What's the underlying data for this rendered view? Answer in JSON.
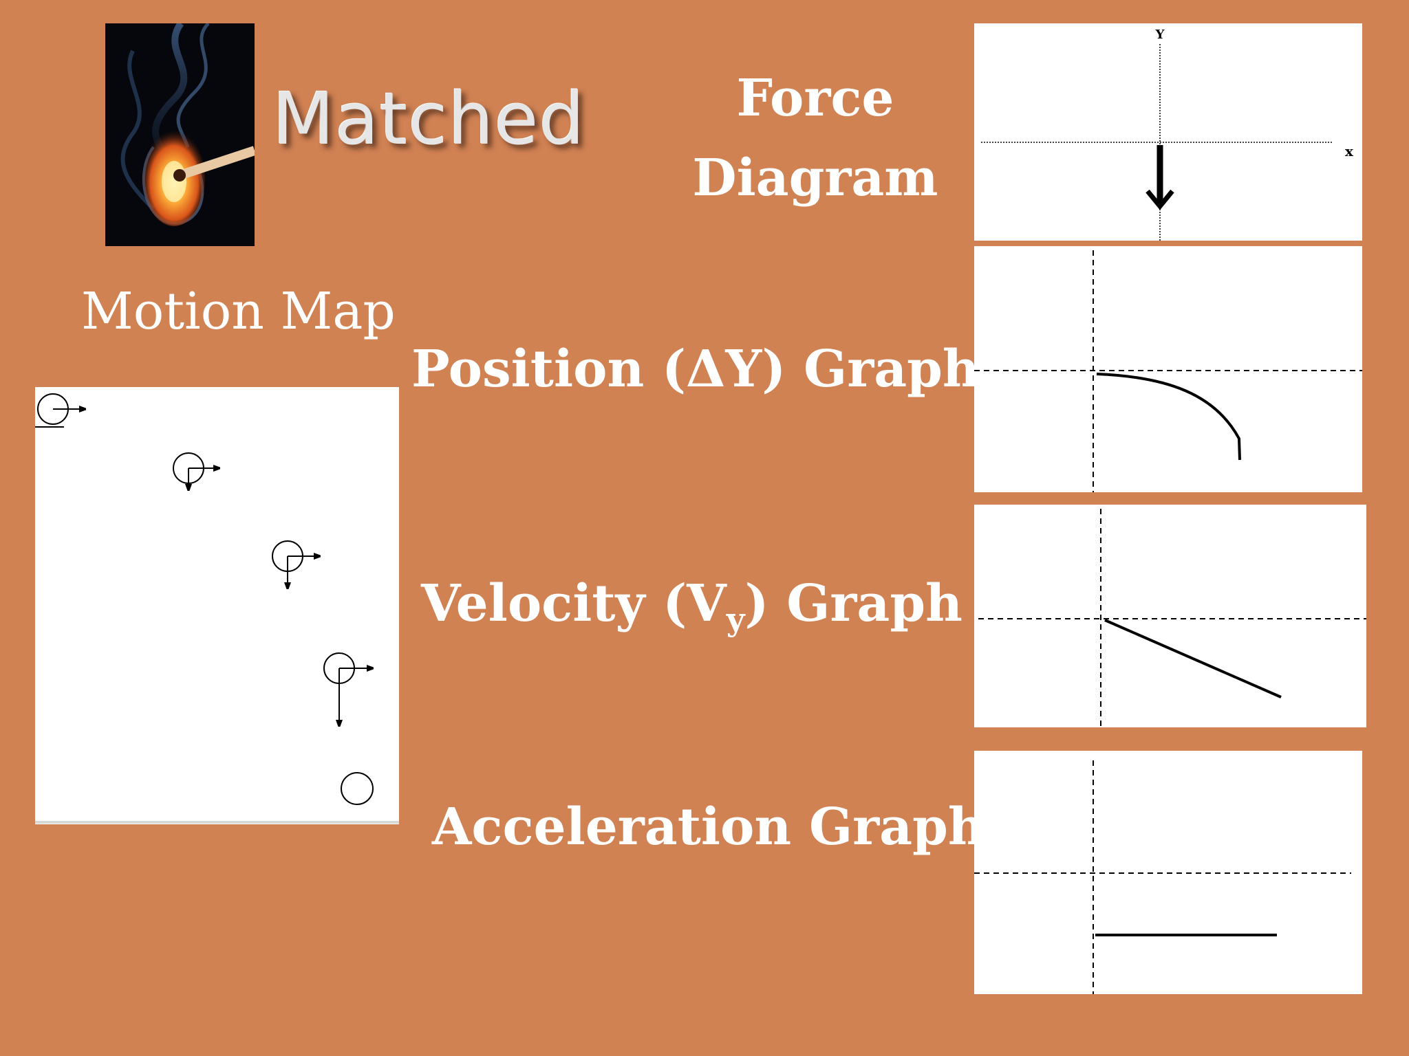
{
  "title": "Matched",
  "force_diagram": {
    "label_line1": "Force",
    "label_line2": "Diagram",
    "y_axis_label": "Y",
    "x_axis_label": "x",
    "force_direction": "down"
  },
  "motion_map": {
    "label": "Motion Map"
  },
  "position_graph": {
    "label": "Position (ΔY) Graph",
    "shape": "concave-down curve falling from origin"
  },
  "velocity_graph": {
    "label_prefix": "Velocity (V",
    "label_subscript": "y",
    "label_suffix": ") Graph",
    "shape": "straight line with negative slope from origin"
  },
  "acceleration_graph": {
    "label": "Acceleration Graph",
    "shape": "constant negative horizontal line"
  },
  "colors": {
    "background": "#d18253",
    "panel": "#ffffff",
    "ink": "#000000"
  }
}
